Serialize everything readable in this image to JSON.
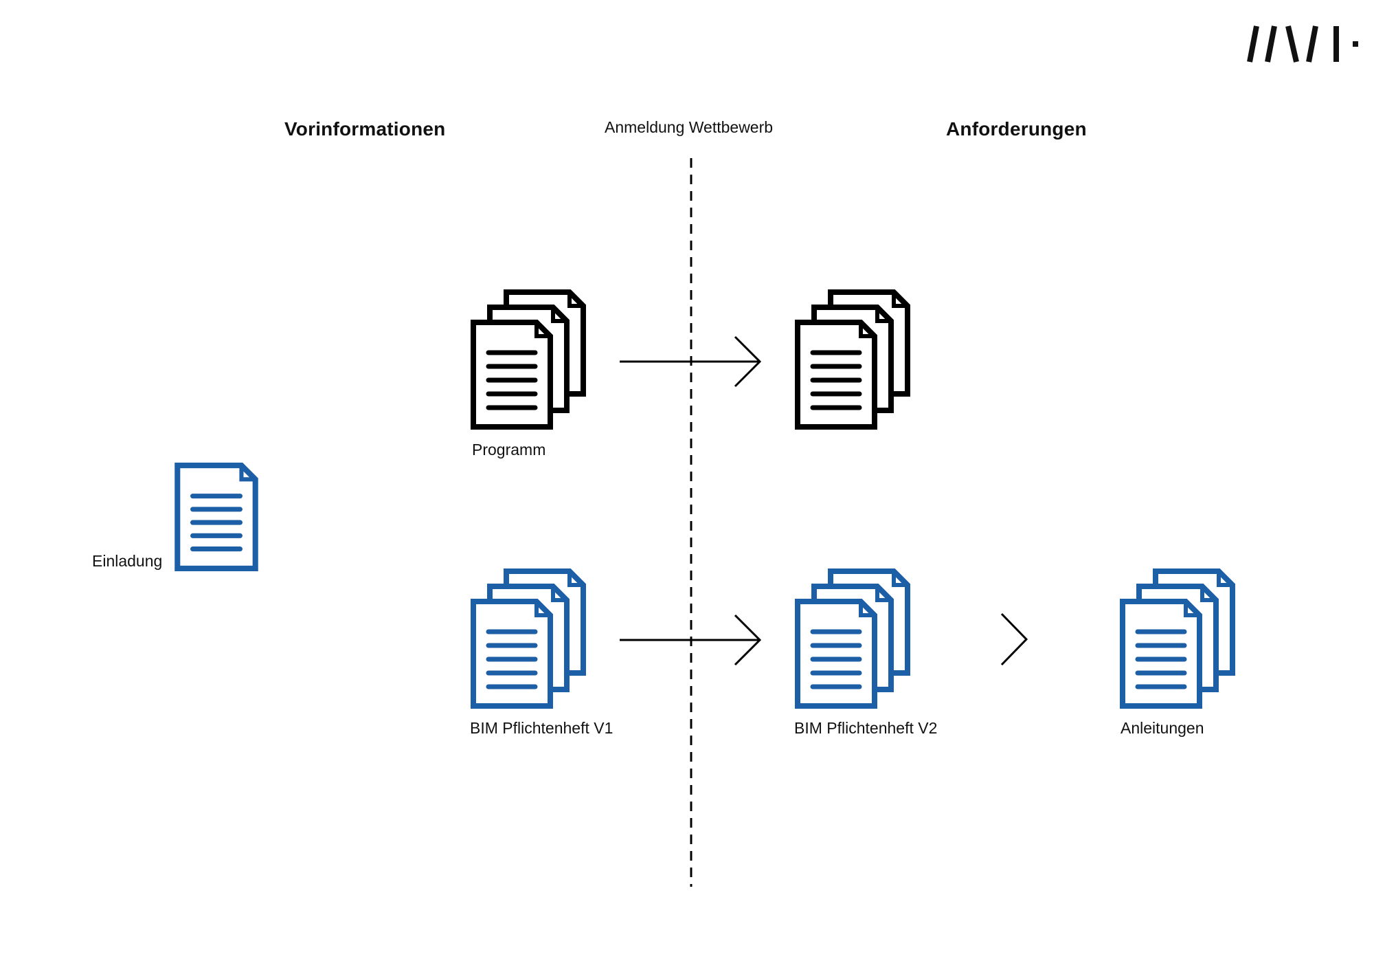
{
  "logo": {
    "text": "//\\/|·",
    "icon": "logo-mark"
  },
  "headings": {
    "left": "Vorinformationen",
    "divider": "Anmeldung Wettbewerb",
    "right": "Anforderungen"
  },
  "labels": {
    "einladung": "Einladung",
    "programm": "Programm",
    "bim_v1": "BIM Pflichtenheft V1",
    "bim_v2": "BIM Pflichtenheft V2",
    "anleitungen": "Anleitungen"
  },
  "colors": {
    "black_doc": "#000000",
    "blue_doc": "#1d5fa6",
    "line": "#000000"
  },
  "icons": {
    "single_document": "document-icon",
    "stacked_documents": "document-stack-icon",
    "arrow": "arrow-right-icon",
    "chevron": "chevron-right-icon"
  }
}
